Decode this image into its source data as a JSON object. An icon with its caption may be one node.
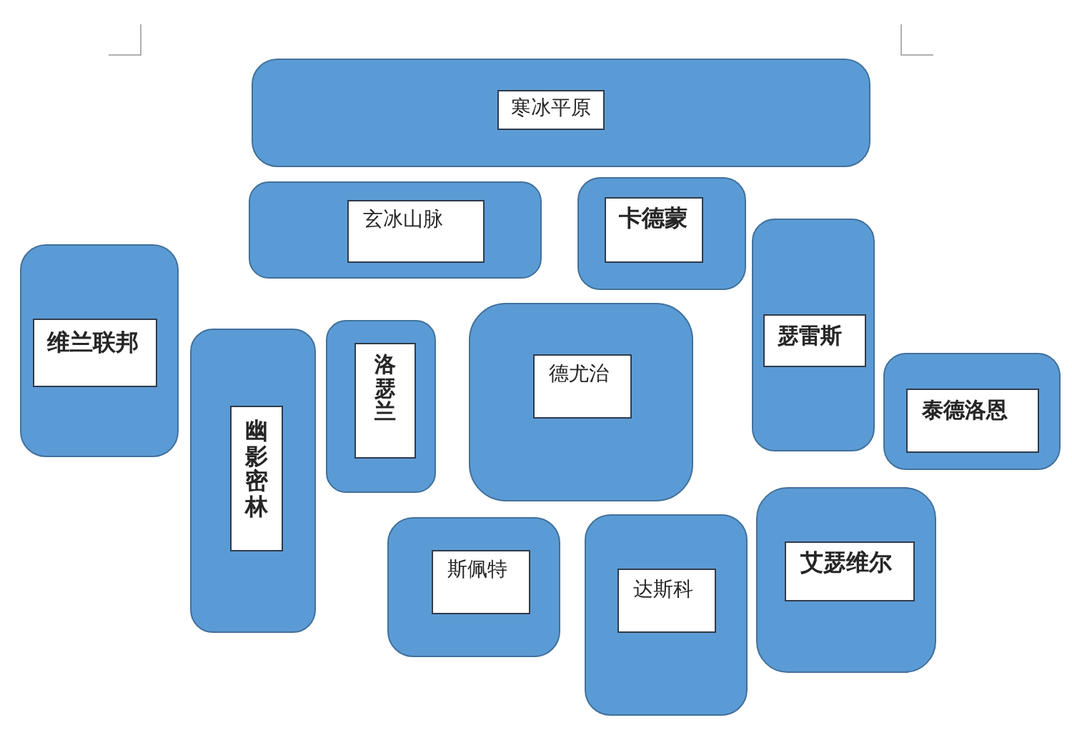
{
  "diagram": {
    "nodes": [
      {
        "text": [
          "寒冰平原"
        ]
      },
      {
        "text": [
          "玄冰山脉"
        ]
      },
      {
        "text": [
          "卡德蒙"
        ]
      },
      {
        "text": [
          "维兰联邦"
        ]
      },
      {
        "text": [
          "幽影密林"
        ]
      },
      {
        "text": [
          "洛瑟兰"
        ]
      },
      {
        "text": [
          "德尤治"
        ]
      },
      {
        "text": [
          "瑟雷斯"
        ]
      },
      {
        "text": [
          "泰德洛恩"
        ]
      },
      {
        "text": [
          "斯佩特"
        ]
      },
      {
        "text": [
          "达斯科"
        ]
      },
      {
        "text": [
          "艾瑟维尔"
        ]
      }
    ]
  }
}
